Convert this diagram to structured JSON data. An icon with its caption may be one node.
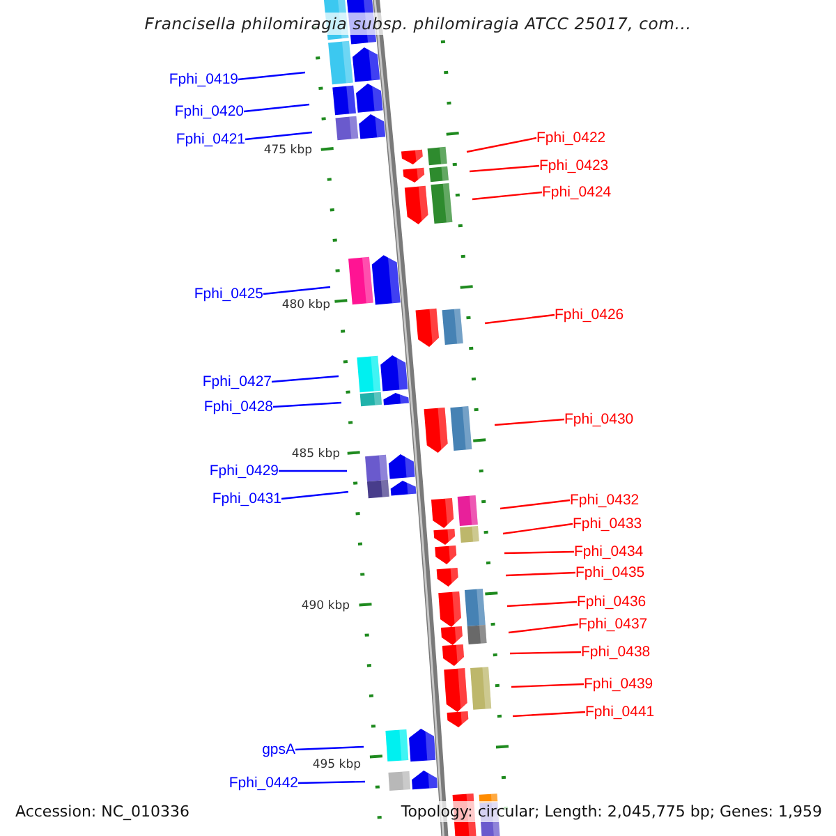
{
  "diagram": {
    "title": "Francisella philomiragia subsp. philomiragia ATCC 25017, com...",
    "nodes": [
      {
        "text": [
          "Fphi_0419"
        ]
      },
      {
        "text": [
          "Fphi_0420"
        ]
      },
      {
        "text": [
          "Fphi_0421"
        ]
      },
      {
        "text": [
          "Fphi_0422"
        ]
      },
      {
        "text": [
          "Fphi_0423"
        ]
      },
      {
        "text": [
          "Fphi_0424"
        ]
      },
      {
        "text": [
          "Fphi_0425"
        ]
      },
      {
        "text": [
          "Fphi_0426"
        ]
      },
      {
        "text": [
          "Fphi_0427"
        ]
      },
      {
        "text": [
          "Fphi_0428"
        ]
      },
      {
        "text": [
          "Fphi_0429"
        ]
      },
      {
        "text": [
          "Fphi_0430"
        ]
      },
      {
        "text": [
          "Fphi_0431"
        ]
      },
      {
        "text": [
          "Fphi_0432"
        ]
      },
      {
        "text": [
          "Fphi_0433"
        ]
      },
      {
        "text": [
          "Fphi_0434"
        ]
      },
      {
        "text": [
          "Fphi_0435"
        ]
      },
      {
        "text": [
          "Fphi_0436"
        ]
      },
      {
        "text": [
          "Fphi_0437"
        ]
      },
      {
        "text": [
          "Fphi_0438"
        ]
      },
      {
        "text": [
          "Fphi_0439"
        ]
      },
      {
        "text": [
          "Fphi_0441"
        ]
      },
      {
        "text": [
          "gpsA"
        ]
      },
      {
        "text": [
          "Fphi_0442"
        ]
      }
    ],
    "edges": [
      {
        "from": 0,
        "to": null,
        "arrow": "none",
        "color": "#0000ff"
      },
      {
        "from": 1,
        "to": null,
        "arrow": "none",
        "color": "#0000ff"
      },
      {
        "from": 2,
        "to": null,
        "arrow": "none",
        "color": "#0000ff"
      },
      {
        "from": 3,
        "to": null,
        "arrow": "none"
      },
      {
        "from": 4,
        "to": null,
        "arrow": "none"
      },
      {
        "from": 5,
        "to": null,
        "arrow": "none"
      },
      {
        "from": 6,
        "to": null,
        "arrow": "none",
        "color": "#0000ff"
      },
      {
        "from": 7,
        "to": null,
        "arrow": "none"
      },
      {
        "from": 8,
        "to": null,
        "arrow": "none",
        "color": "#0000ff"
      },
      {
        "from": 9,
        "to": null,
        "arrow": "none",
        "color": "#0000ff"
      },
      {
        "from": 10,
        "to": null,
        "arrow": "none",
        "color": "#0000ff"
      },
      {
        "from": 11,
        "to": null,
        "arrow": "none"
      },
      {
        "from": 12,
        "to": null,
        "arrow": "none",
        "color": "#0000ff"
      },
      {
        "from": 13,
        "to": null,
        "arrow": "none"
      },
      {
        "from": 14,
        "to": null,
        "arrow": "none"
      },
      {
        "from": 15,
        "to": null,
        "arrow": "none"
      },
      {
        "from": 16,
        "to": null,
        "arrow": "none"
      },
      {
        "from": 17,
        "to": null,
        "arrow": "none"
      },
      {
        "from": 18,
        "to": null,
        "arrow": "none"
      },
      {
        "from": 19,
        "to": null,
        "arrow": "none"
      },
      {
        "from": 20,
        "to": null,
        "arrow": "none"
      },
      {
        "from": 21,
        "to": null,
        "arrow": "none"
      },
      {
        "from": 22,
        "to": null,
        "arrow": "none",
        "color": "#0000ff"
      },
      {
        "from": 23,
        "to": null,
        "arrow": "none",
        "color": "#0000ff"
      }
    ],
    "labels": [
      "475 kbp",
      "480 kbp",
      "485 kbp",
      "490 kbp",
      "495 kbp",
      "Accession: NC_010336",
      "Topology: circular; Length: 2,045,775 bp; Genes: 1,959"
    ]
  }
}
